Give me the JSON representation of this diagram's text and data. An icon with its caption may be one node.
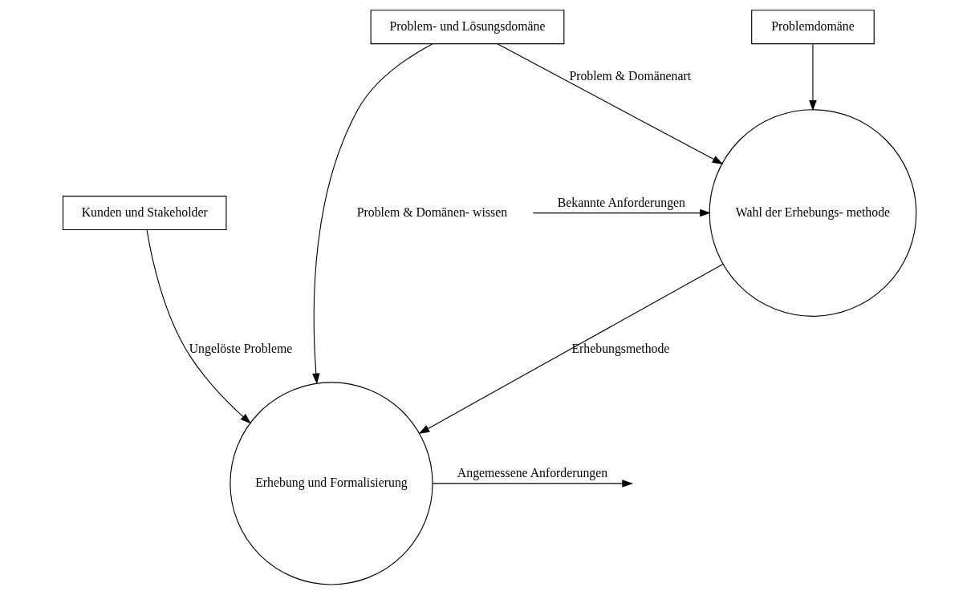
{
  "diagram": {
    "nodes": [
      {
        "text": [
          "Kunden und Stakeholder"
        ]
      },
      {
        "text": [
          "Erhebung und Formalisierung"
        ]
      },
      {
        "text": [
          "Wahl der Erhebungs- methode"
        ]
      },
      {
        "text": [
          "Problem- und Lösungsdomäne"
        ]
      },
      {
        "text": [
          "Problemdomäne"
        ]
      }
    ],
    "edges": [
      {
        "from": 0,
        "to": 1,
        "arrow": "to",
        "label": "Ungelöste Probleme"
      },
      {
        "from": 1,
        "to": null,
        "arrow": "to",
        "label": "Angemessene Anforderungen"
      },
      {
        "from": 2,
        "to": 1,
        "arrow": "to",
        "label": "Erhebungsmethode"
      },
      {
        "from": null,
        "to": 2,
        "arrow": "to",
        "label": "Bekannte Anforderungen"
      },
      {
        "from": 3,
        "to": 1,
        "arrow": "to",
        "label": "Problem & Domänen- wissen"
      },
      {
        "from": 3,
        "to": 2,
        "arrow": "to",
        "label": "Problem & Domänenart"
      },
      {
        "from": 4,
        "to": 2,
        "arrow": "to"
      }
    ]
  }
}
